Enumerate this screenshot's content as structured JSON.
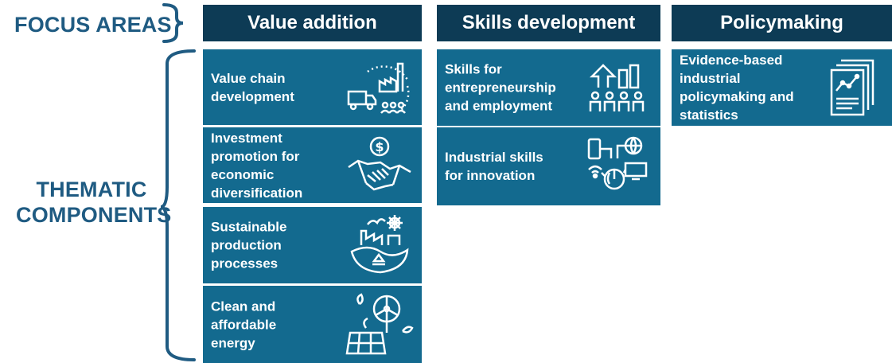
{
  "labels": {
    "focus_areas": "FOCUS AREAS",
    "thematic_line1": "THEMATIC",
    "thematic_line2": "COMPONENTS"
  },
  "columns": [
    {
      "header": "Value addition",
      "tiles": [
        {
          "line1": "Value chain",
          "line2": "development",
          "icon": "factory-truck-people-icon"
        },
        {
          "line1": "Investment",
          "line2": "promotion for",
          "line3": "economic",
          "line4": "diversification",
          "icon": "handshake-dollar-icon"
        },
        {
          "line1": "Sustainable",
          "line2": "production",
          "line3": "processes",
          "icon": "eco-factory-recycle-icon"
        },
        {
          "line1": "Clean and",
          "line2": "affordable",
          "line3": "energy",
          "icon": "solar-wind-icon"
        }
      ]
    },
    {
      "header": "Skills development",
      "tiles": [
        {
          "line1": "Skills for",
          "line2": "entrepreneurship",
          "line3": "and employment",
          "icon": "growth-people-icon"
        },
        {
          "line1": "Industrial skills",
          "line2": "for innovation",
          "icon": "devices-network-icon"
        }
      ]
    },
    {
      "header": "Policymaking",
      "tiles": [
        {
          "line1": "Evidence-based",
          "line2": "industrial",
          "line3": "policymaking and",
          "line4": "statistics",
          "icon": "report-chart-icon"
        }
      ]
    }
  ],
  "colors": {
    "header_bg": "#0d3b55",
    "tile_bg": "#136a8f",
    "label_text": "#1f5b82",
    "brace": "#1f5b82"
  }
}
